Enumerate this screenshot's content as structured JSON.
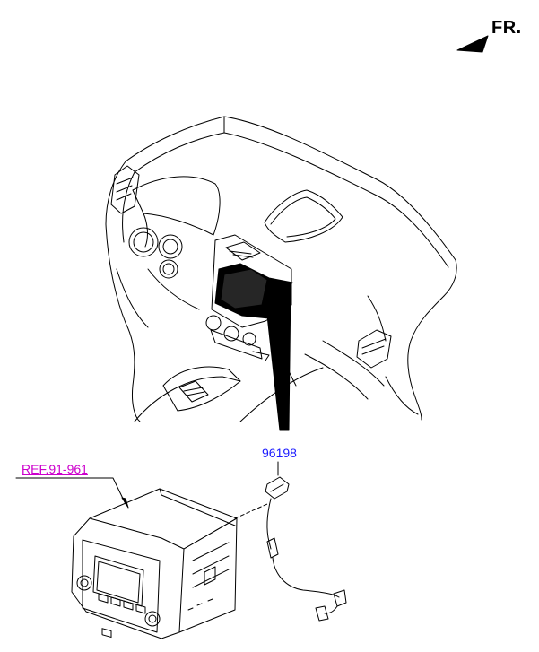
{
  "direction": {
    "label": "FR.",
    "icon": "front-arrow-icon"
  },
  "parts": [
    {
      "number": "96198",
      "color": "#1a1aff"
    }
  ],
  "references": [
    {
      "label": "REF.91-961",
      "color": "#cc00cc"
    }
  ],
  "components": {
    "dashboard": "dashboard-illustration",
    "head_unit": "audio-head-unit",
    "cable": "antenna-cable"
  }
}
